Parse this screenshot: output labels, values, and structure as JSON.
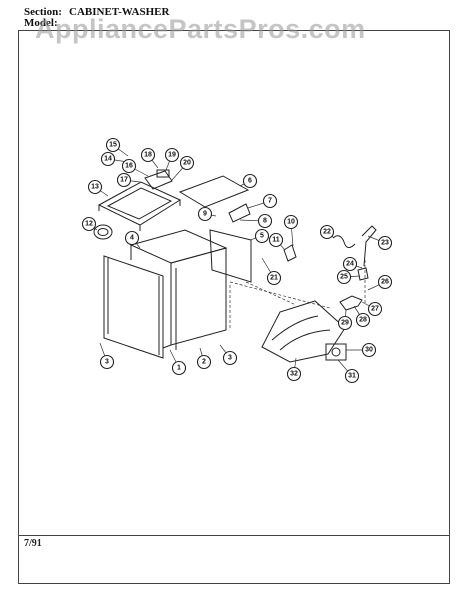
{
  "header": {
    "section_label": "Section:",
    "section_value": "CABINET-WASHER",
    "model_label": "Model:",
    "model_value": ""
  },
  "watermark": "AppliancePartsPros.com",
  "footer": {
    "date": "7/91"
  },
  "callouts": [
    "1",
    "2",
    "3",
    "3",
    "4",
    "5",
    "6",
    "7",
    "8",
    "9",
    "10",
    "11",
    "12",
    "13",
    "14",
    "15",
    "16",
    "17",
    "18",
    "19",
    "20",
    "21",
    "22",
    "23",
    "24",
    "25",
    "26",
    "27",
    "28",
    "29",
    "30",
    "31",
    "32"
  ]
}
